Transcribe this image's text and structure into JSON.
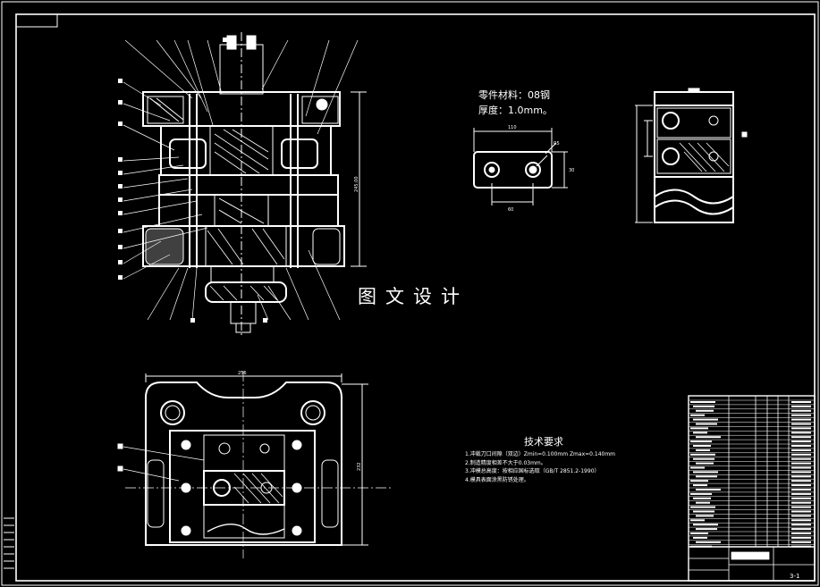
{
  "drawing": {
    "material_label": "零件材料：08钢",
    "thickness_label": "厚度：1.0mm。",
    "watermark": "图文设计",
    "sheet_number": "3-1"
  },
  "technical_requirements": {
    "title": "技术要求",
    "lines": [
      "1.冲裁刀口间隙（双边）Zmin=0.100mm Zmax=0.140mm",
      "2.制造精度相差不大于0.03mm。",
      "3.冲模总高度：按相应国标选取（GB/T 2851.2-1990）",
      "4.模具表面涂黑防锈处理。"
    ]
  },
  "dimensions": {
    "part_width": "110",
    "part_hole_spacing": "60",
    "part_height": "30",
    "die_height": "245.00",
    "base_width": "256",
    "base_height": "232",
    "part_radius": "R5"
  }
}
